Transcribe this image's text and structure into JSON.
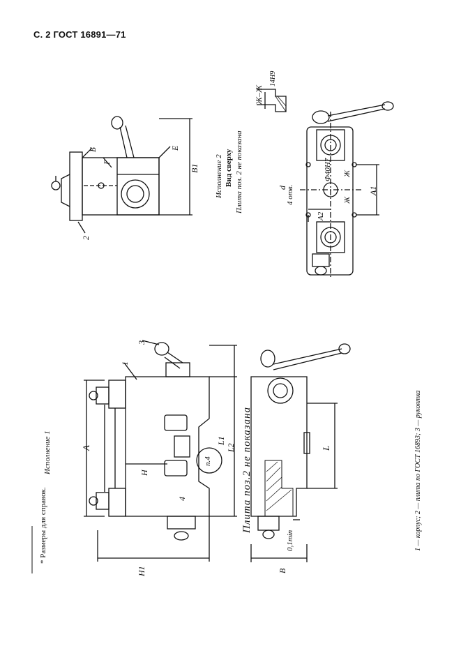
{
  "header": {
    "title": "С. 2 ГОСТ 16891—71"
  },
  "labels": {
    "variant_1": "Исполнение 1",
    "variant_2": "Исполнение 2",
    "top_view": "Вид сверху",
    "plate_note_2": "Плита поз. 2 не показана",
    "plate_note_1": "Плита поз.2 не показана",
    "section": "Ж–Ж",
    "fit_14": "14H9",
    "fit_40": "Ф40Н7",
    "holes": "4 отв.",
    "d": "d",
    "A": "A",
    "A1": "A1",
    "A2": "A2",
    "B": "B",
    "B1": "B1",
    "H": "H",
    "H1": "H1",
    "L": "L",
    "L1": "L1",
    "L2": "L2",
    "min": "0,1min",
    "p4": "п.4",
    "b_letter": "Б",
    "g_letter": "Г",
    "e_letter": "Е",
    "zh_letter": "Ж",
    "n1": "1",
    "n2": "2",
    "n3": "3",
    "n4": "4",
    "star": "*"
  },
  "footnotes": {
    "reference": "* Размеры для справок.",
    "legend": "1 — корпус; 2 — плита по ГОСТ 16893; 3 — рукоятка"
  }
}
